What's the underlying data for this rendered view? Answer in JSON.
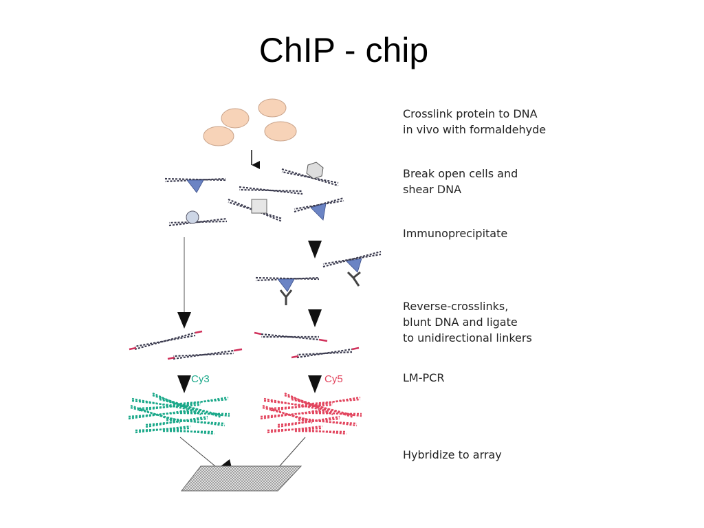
{
  "title": "ChIP - chip",
  "steps": [
    {
      "label": "Crosslink protein to DNA\nin vivo with formaldehyde"
    },
    {
      "label": "Break open cells and\nshear DNA"
    },
    {
      "label": "Immunoprecipitate"
    },
    {
      "label": "Reverse-crosslinks,\nblunt DNA and ligate\nto unidirectional linkers"
    },
    {
      "label": "LM-PCR"
    },
    {
      "label": "Hybridize to array"
    }
  ],
  "dyes": {
    "left": "Cy3",
    "right": "Cy5"
  },
  "colors": {
    "cell": "#f7d3b8",
    "protein_triangle": "#6b84c4",
    "cy3": "#1aa889",
    "cy5": "#e2455e",
    "linker": "#d0305a"
  }
}
